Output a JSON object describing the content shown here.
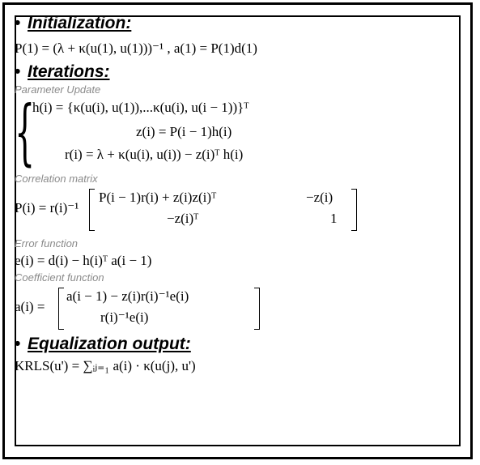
{
  "sections": {
    "init": {
      "bullet": "•",
      "title": "Initialization:"
    },
    "iter": {
      "bullet": "•",
      "title": "Iterations:"
    },
    "out": {
      "bullet": "•",
      "title": "Equalization output:"
    }
  },
  "captions": {
    "param": "Parameter Update",
    "corr": "Correlation matrix",
    "err": "Error function",
    "coef": "Coefficient function"
  },
  "equations": {
    "init": "P(1) = (λ + κ(u(1), u(1)))⁻¹ , a(1) = P(1)d(1)",
    "h": "h(i) = {κ(u(i), u(1)),...κ(u(i), u(i − 1))}ᵀ",
    "z": "z(i) = P(i − 1)h(i)",
    "r": "r(i) = λ + κ(u(i), u(i)) − z(i)ᵀ h(i)",
    "corr_lhs": "P(i) = r(i)⁻¹",
    "corr_11": "P(i − 1)r(i) + z(i)z(i)ᵀ",
    "corr_12": "−z(i)",
    "corr_21": "−z(i)ᵀ",
    "corr_22": "1",
    "err": "e(i) = d(i) − h(i)ᵀ a(i − 1)",
    "coef_lhs": "a(i) =",
    "coef_1": "a(i − 1) − z(i)r(i)⁻¹e(i)",
    "coef_2": "r(i)⁻¹e(i)",
    "out": "KRLS(u') = ∑ᵢⱼ₌₁ a(i) · κ(u(j), u')"
  }
}
